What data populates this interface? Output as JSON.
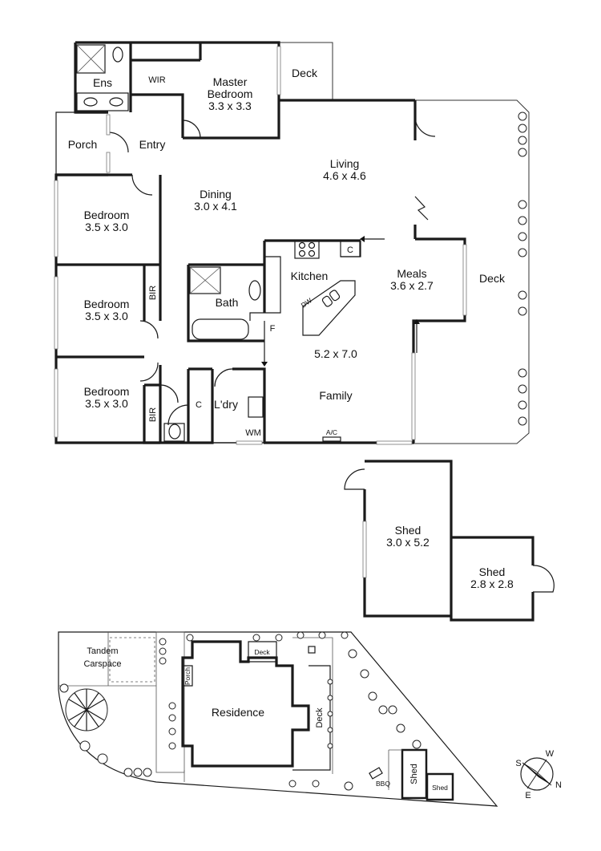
{
  "floor_plan": {
    "rooms": {
      "ensuite": "Ens",
      "wir": "WIR",
      "master_name": "Master",
      "master_name2": "Bedroom",
      "master_size": "3.3 x 3.3",
      "deck_top": "Deck",
      "porch": "Porch",
      "entry": "Entry",
      "living_name": "Living",
      "living_size": "4.6 x 4.6",
      "dining_name": "Dining",
      "dining_size": "3.0 x 4.1",
      "bed1_name": "Bedroom",
      "bed1_size": "3.5 x 3.0",
      "bed2_name": "Bedroom",
      "bed2_size": "3.5 x 3.0",
      "bed3_name": "Bedroom",
      "bed3_size": "3.5 x 3.0",
      "bir1": "BIR",
      "bir2": "BIR",
      "bath": "Bath",
      "kitchen": "Kitchen",
      "dw": "DW",
      "fridge": "F",
      "pantry": "C",
      "meals_name": "Meals",
      "meals_size": "3.6 x 2.7",
      "deck_right": "Deck",
      "family_size": "5.2 x 7.0",
      "family_name": "Family",
      "linen": "C",
      "laundry": "L'dry",
      "wm": "WM",
      "ac": "A/C"
    },
    "sheds": {
      "shed1_name": "Shed",
      "shed1_size": "3.0 x 5.2",
      "shed2_name": "Shed",
      "shed2_size": "2.8 x 2.8"
    }
  },
  "site_plan": {
    "carspace1": "Tandem",
    "carspace2": "Carspace",
    "residence": "Residence",
    "porch": "Porch",
    "deck_small": "Deck",
    "deck": "Deck",
    "bbq": "BBQ",
    "shed_large": "Shed",
    "shed_small": "Shed"
  },
  "compass": {
    "n": "N",
    "s": "S",
    "e": "E",
    "w": "W"
  }
}
